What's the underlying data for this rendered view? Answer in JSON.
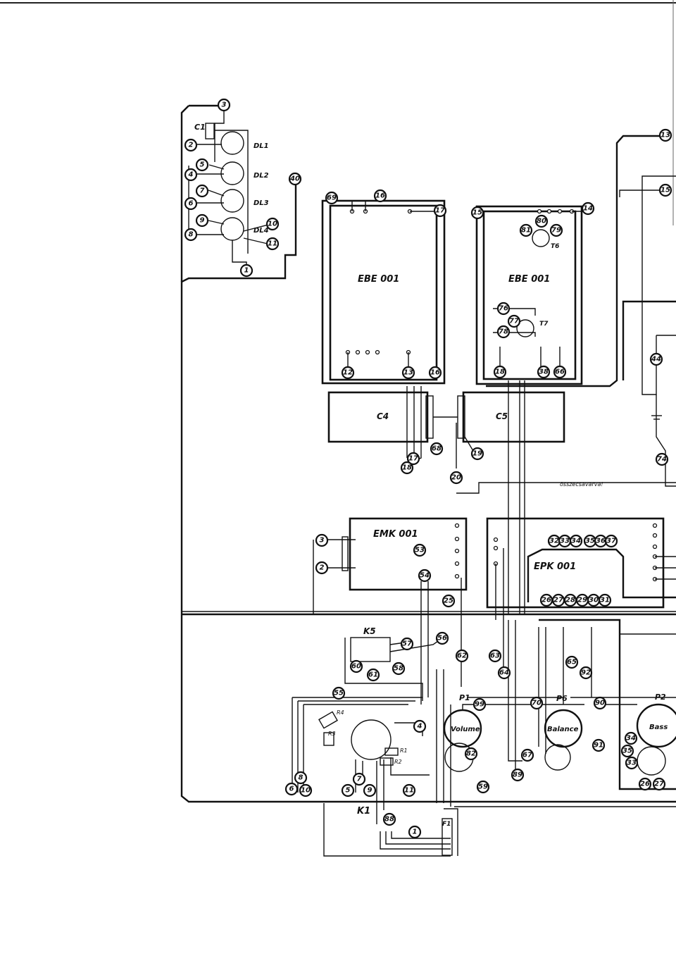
{
  "modules": {
    "ebe1": "EBE 001",
    "ebe2": "EBE 001",
    "c4": "C4",
    "c5": "C5",
    "emk": "EMK 001",
    "epk": "EPK 001"
  },
  "pots": {
    "volume": "Volume",
    "balance": "Balance",
    "bass": "Bass",
    "p1": "P1",
    "p6": "P6",
    "p2": "P2"
  },
  "switches": {
    "k5": "K5",
    "k1": "K1",
    "f1": "F1"
  },
  "parts": {
    "c1": "C1",
    "dl1": "DL1",
    "dl2": "DL2",
    "dl3": "DL3",
    "dl4": "DL4",
    "t6": "T6",
    "t7": "T7",
    "r4": "R4",
    "r3": "R3",
    "r1": "R1",
    "r2": "R2"
  },
  "note": "összecsavarva!",
  "terminals": [
    {
      "id": "t3a",
      "label": "3"
    },
    {
      "id": "t2a",
      "label": "2"
    },
    {
      "id": "t5a",
      "label": "5"
    },
    {
      "id": "t4a",
      "label": "4"
    },
    {
      "id": "t7a",
      "label": "7"
    },
    {
      "id": "t6a",
      "label": "6"
    },
    {
      "id": "t9a",
      "label": "9"
    },
    {
      "id": "t8a",
      "label": "8"
    },
    {
      "id": "t10a",
      "label": "10"
    },
    {
      "id": "t11a",
      "label": "11"
    },
    {
      "id": "t1a",
      "label": "1"
    },
    {
      "id": "t40",
      "label": "40"
    },
    {
      "id": "t69",
      "label": "69"
    },
    {
      "id": "t16",
      "label": "16"
    },
    {
      "id": "t17",
      "label": "17"
    },
    {
      "id": "t15",
      "label": "15"
    },
    {
      "id": "t14",
      "label": "14"
    },
    {
      "id": "t81",
      "label": "81"
    },
    {
      "id": "t80",
      "label": "80"
    },
    {
      "id": "t79",
      "label": "79"
    },
    {
      "id": "t76",
      "label": "76"
    },
    {
      "id": "t77",
      "label": "77"
    },
    {
      "id": "t78",
      "label": "78"
    },
    {
      "id": "t12",
      "label": "12"
    },
    {
      "id": "t13",
      "label": "13"
    },
    {
      "id": "t16b",
      "label": "16"
    },
    {
      "id": "t18",
      "label": "18"
    },
    {
      "id": "t38",
      "label": "38"
    },
    {
      "id": "t66",
      "label": "66"
    },
    {
      "id": "t13r",
      "label": "13"
    },
    {
      "id": "t15r",
      "label": "15"
    },
    {
      "id": "t44",
      "label": "44"
    },
    {
      "id": "t17b",
      "label": "17"
    },
    {
      "id": "t18b",
      "label": "18"
    },
    {
      "id": "t68",
      "label": "68"
    },
    {
      "id": "t19",
      "label": "19"
    },
    {
      "id": "t20",
      "label": "20"
    },
    {
      "id": "t74",
      "label": "74"
    },
    {
      "id": "t3b",
      "label": "3"
    },
    {
      "id": "t2b",
      "label": "2"
    },
    {
      "id": "t53",
      "label": "53"
    },
    {
      "id": "t54",
      "label": "54"
    },
    {
      "id": "t25",
      "label": "25"
    },
    {
      "id": "t32",
      "label": "32"
    },
    {
      "id": "t33",
      "label": "33"
    },
    {
      "id": "t34",
      "label": "34"
    },
    {
      "id": "t35",
      "label": "35"
    },
    {
      "id": "t36",
      "label": "36"
    },
    {
      "id": "t37",
      "label": "37"
    },
    {
      "id": "t26",
      "label": "26"
    },
    {
      "id": "t27",
      "label": "27"
    },
    {
      "id": "t28",
      "label": "28"
    },
    {
      "id": "t29",
      "label": "29"
    },
    {
      "id": "t30",
      "label": "30"
    },
    {
      "id": "t31",
      "label": "31"
    },
    {
      "id": "t56",
      "label": "56"
    },
    {
      "id": "t57",
      "label": "57"
    },
    {
      "id": "t58",
      "label": "58"
    },
    {
      "id": "t60",
      "label": "60"
    },
    {
      "id": "t61",
      "label": "61"
    },
    {
      "id": "t62",
      "label": "62"
    },
    {
      "id": "t63",
      "label": "63"
    },
    {
      "id": "t64",
      "label": "64"
    },
    {
      "id": "t55",
      "label": "55"
    },
    {
      "id": "t4b",
      "label": "4"
    },
    {
      "id": "t99",
      "label": "99"
    },
    {
      "id": "t70",
      "label": "70"
    },
    {
      "id": "t90",
      "label": "90"
    },
    {
      "id": "t65",
      "label": "65"
    },
    {
      "id": "t92",
      "label": "92"
    },
    {
      "id": "t91",
      "label": "91"
    },
    {
      "id": "t67",
      "label": "67"
    },
    {
      "id": "t59",
      "label": "59"
    },
    {
      "id": "t6b",
      "label": "6"
    },
    {
      "id": "t8b",
      "label": "8"
    },
    {
      "id": "t10b",
      "label": "10"
    },
    {
      "id": "t5b",
      "label": "5"
    },
    {
      "id": "t7b",
      "label": "7"
    },
    {
      "id": "t9b",
      "label": "9"
    },
    {
      "id": "t11b",
      "label": "11"
    },
    {
      "id": "t88",
      "label": "88"
    },
    {
      "id": "t1b",
      "label": "1"
    },
    {
      "id": "t82",
      "label": "82"
    },
    {
      "id": "t89",
      "label": "89"
    },
    {
      "id": "t34b",
      "label": "34"
    },
    {
      "id": "t35b",
      "label": "35"
    },
    {
      "id": "t33b",
      "label": "33"
    },
    {
      "id": "t26b",
      "label": "26"
    },
    {
      "id": "t27b",
      "label": "27"
    }
  ]
}
